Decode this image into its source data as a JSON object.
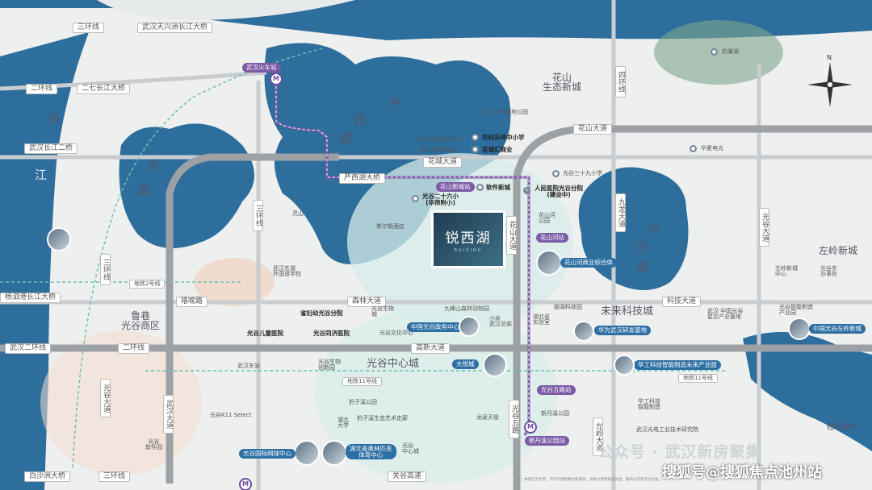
{
  "colors": {
    "river": "#2e6e9c",
    "lake": "#2e6e9c",
    "park": "#7fa58e",
    "road": "#c5c8cc",
    "expressway": "#9da1a6",
    "metro": "#7c5aa6",
    "accent": "#2d6fa3"
  },
  "project": {
    "name": "锐西湖",
    "subtitle": "RUIXIHU"
  },
  "water": {
    "changjiang_1": "长",
    "changjiang_2": "江",
    "donghu_1": "东",
    "donghu_2": "湖",
    "yanxihu_1": "严",
    "yanxihu_2": "西",
    "yanxihu_3": "湖",
    "yandonghu_1": "严",
    "yandonghu_2": "东",
    "yandonghu_3": "湖"
  },
  "areas": {
    "huashan": "花山\n生态新城",
    "luxiang": "鲁巷\n光谷商区",
    "guanggu_center": "光谷中心城",
    "weilai": "未来科技城",
    "zuoling": "左岭新城",
    "duanzuili": "短咀里湾"
  },
  "roads": {
    "sanhuan_top": "三环线",
    "tianxingzhou": "武汉天兴洲长江大桥",
    "erqi": "二七长江大桥",
    "erhuan_left": "二环线",
    "changjiang2": "武汉长江二桥",
    "yanxihu_bridge": "严西湖大桥",
    "huacheng": "花城大道",
    "huashan_ave": "花山大道",
    "huashan_ave_v": "花山大道",
    "sihuan": "四环线",
    "sanhuan_v": "三环线",
    "sanhuan_v2": "三环线",
    "gaoxin": "高新大道",
    "erhuan": "二环线",
    "luoyu": "珞喻路",
    "senlin": "森林大道",
    "kejidadao": "科技大道",
    "yangsiluo": "杨泗港长江大桥",
    "wuhan_dadao": "武汉大道",
    "jiuyang": "九龙大道",
    "guanggu5": "光谷五路",
    "zuoling_v": "左岭大道",
    "left_guanggu": "光谷大道",
    "wuhan_sanhuan": "三环线",
    "baishazhou": "白沙洲大桥",
    "guanfu": "关谷高速",
    "guanggu_ave": "光谷大道",
    "ditie11": "地铁11号线",
    "ditie11b": "地铁11号线",
    "ditie2": "地铁2号线",
    "wuhan_erhuan": "武汉二环线"
  },
  "metro_stations": {
    "wuhan_station": "武汉火车站",
    "huashan_xincheng": "花山新城站",
    "huashanhe": "花山河站",
    "guanggu_wulu": "光谷五路站",
    "xindan": "新丹溪公园站"
  },
  "pois": {
    "haohu": "豹澥湖",
    "huashan_park": "花山生态绿地公园",
    "huashan_school": "花山生态艺术中心",
    "huake": "华科乐鸣中小学",
    "huacheng_mall": "花城汇商业",
    "huashan_jiayuan": "花山河畔公园",
    "guanggu26": "光谷二十六小\n(华师附小)",
    "software": "软件新城",
    "hospital": "人民医院光谷分院\n(建设中)",
    "guanggu39": "光谷三十九小学",
    "huashanhe_mall": "花山河商业综合体",
    "huashan_park2": "花山河\n公园",
    "xiaoyu_park": "希尔顿酒店",
    "lingshan": "灵山",
    "dongfang": "华夏电光",
    "wuhan_donghu": "武汉东湖\n外国语学校",
    "shengfuyou": "省妇幼光谷分院",
    "guanggu_ertong": "光谷儿童医院",
    "tongji": "光谷同济医院",
    "guanggu_zhengwu": "中国光谷政务中心",
    "jiufeng": "九峰山森林动物园",
    "xiaomi": "小米\n武汉总部",
    "hubei_lab": "湖北省\n实验室",
    "huawei": "华为武汉研发基地",
    "guanggu_keji": "华工科技智能制造未来产业园",
    "wuhan_guanggu_keji": "武汉·中国光谷\n星空产业基地",
    "zhineng": "光谷智能制造\n产业园",
    "guanggu_zuoling": "中国光谷左岭新城",
    "dayue": "大悦城",
    "wuhan_east": "武汉东站",
    "guanggu_stadium": "光谷国际网球中心",
    "hubei_sports": "湖北省奥林匹克\n体育中心",
    "baozi_park": "豹子溪公园",
    "baozi_art": "豹子溪生态艺术走廊",
    "guanggu_kezhan": "光谷K11 Select",
    "haiyou": "光谷\n软件园",
    "longquan": "龙泉天街",
    "xinyue": "新月溪公园",
    "wuhan_guangdian": "武汉光电工业技术研究院",
    "xianglong": "华工科技\n智能制造",
    "jiangxia": "光谷生物\n城",
    "guangdong": "光谷文化中心",
    "yinhu": "银湖科技园",
    "bei_wanda": "湖北\n大学",
    "guanggu_xing": "光谷生物\n创新园",
    "guangtang": "光谷\n中心城",
    "haode": "左岭新城\n中心",
    "caidian": "光谷东\n办事处"
  },
  "watermark": {
    "gzh": "公众号 · 武汉新房聚集",
    "sohu": "搜狐号@搜狐焦点池州站"
  },
  "footer": "注：本图仅为示意，不作为销售要约或承诺，具体以政府规划为准，最终以实际交付为准。"
}
